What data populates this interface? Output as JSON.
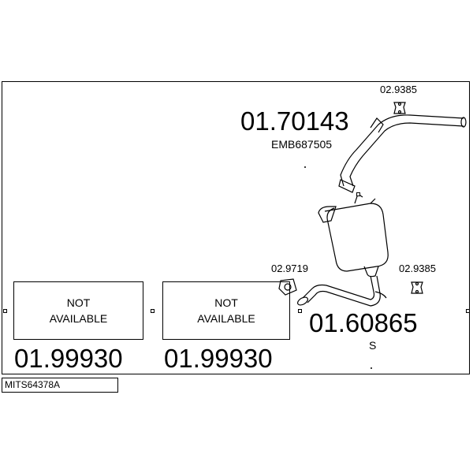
{
  "reference": "MITS64378A",
  "parts": {
    "front_pipe": {
      "number": "01.70143",
      "sub_label": "EMB687505"
    },
    "rear_box": {
      "number": "01.60865",
      "suffix": "S"
    },
    "mounting_top": {
      "number": "02.9385"
    },
    "mounting_right": {
      "number": "02.9385"
    },
    "clamp": {
      "number": "02.9719"
    },
    "unavailable_1": {
      "number": "01.99930",
      "text": "NOT\nAVAILABLE"
    },
    "unavailable_2": {
      "number": "01.99930",
      "text": "NOT\nAVAILABLE"
    }
  }
}
